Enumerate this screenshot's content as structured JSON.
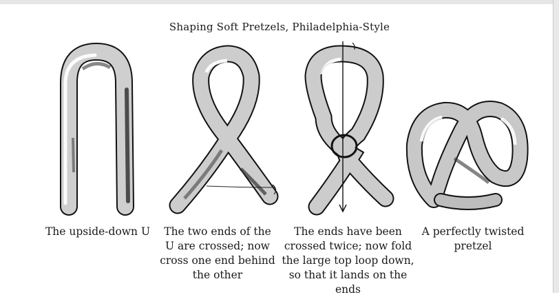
{
  "title": "Shaping Soft Pretzels, Philadelphia-Style",
  "steps": [
    {
      "caption": "The upside-down U"
    },
    {
      "caption": "The two ends of the U are crossed; now cross one end behind the other"
    },
    {
      "caption": "The ends have been crossed twice; now fold the large top loop down, so that it lands on the ends"
    },
    {
      "caption": "A perfectly twisted pretzel"
    }
  ]
}
